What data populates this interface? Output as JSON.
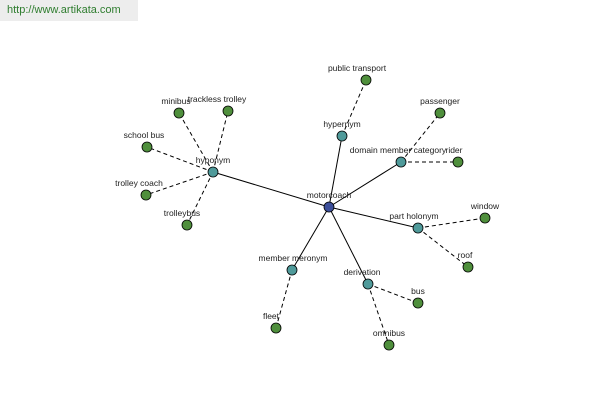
{
  "banner": {
    "url_text": "http://www.artikata.com"
  },
  "colors": {
    "center": "#3c4f9a",
    "relation": "#4f9a9a",
    "leaf": "#4f8f3c"
  },
  "graph": {
    "center": "motorcoach",
    "relations": [
      {
        "id": "hyponym",
        "label": "hyponym",
        "children": [
          "minibus",
          "trackless trolley",
          "school bus",
          "trolley coach",
          "trolleybus"
        ]
      },
      {
        "id": "hypernym",
        "label": "hypernym",
        "children": [
          "public transport"
        ]
      },
      {
        "id": "domain-member-category",
        "label": "domain member category",
        "children": [
          "passenger",
          "rider"
        ]
      },
      {
        "id": "part-holonym",
        "label": "part holonym",
        "children": [
          "window",
          "roof"
        ]
      },
      {
        "id": "derivation",
        "label": "derivation",
        "children": [
          "bus",
          "omnibus"
        ]
      },
      {
        "id": "member-meronym",
        "label": "member meronym",
        "children": [
          "fleet"
        ]
      }
    ]
  }
}
